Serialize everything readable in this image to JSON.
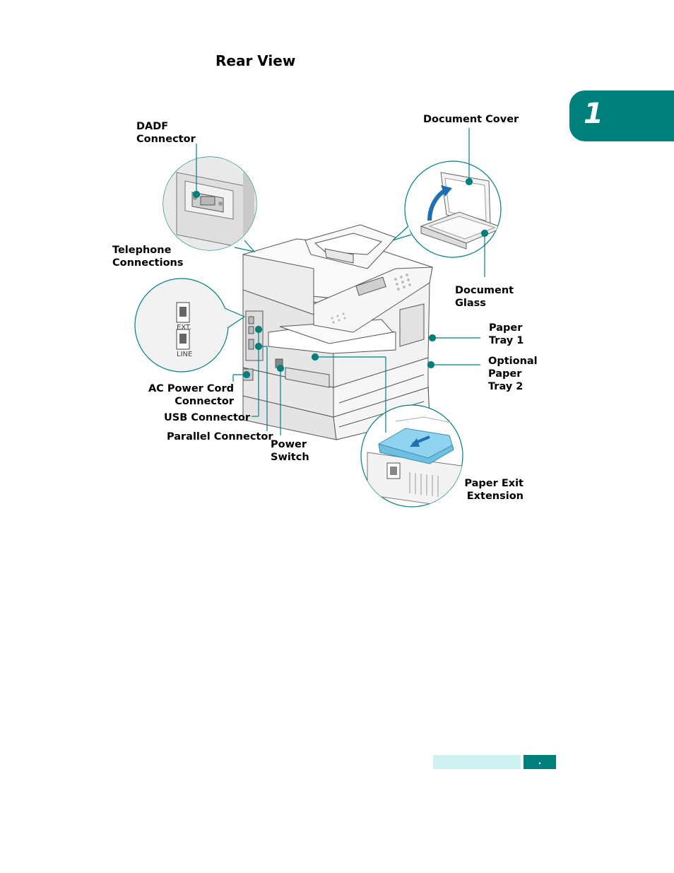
{
  "section_title": "Rear View",
  "chapter_number": "1",
  "labels": {
    "dadf_connector": [
      "DADF",
      "Connector"
    ],
    "telephone_connections": [
      "Telephone",
      "Connections"
    ],
    "ac_power_cord_connector": [
      "AC Power Cord",
      "Connector"
    ],
    "usb_connector": "USB Connector",
    "parallel_connector": "Parallel Connector",
    "power_switch": [
      "Power",
      "Switch"
    ],
    "document_cover": "Document Cover",
    "document_glass": [
      "Document",
      "Glass"
    ],
    "paper_tray_1": [
      "Paper",
      "Tray 1"
    ],
    "optional_paper_tray_2": [
      "Optional",
      "Paper",
      "Tray 2"
    ],
    "paper_exit_extension": [
      "Paper Exit",
      "Extension"
    ]
  },
  "jack_labels": {
    "ext": "EXT.",
    "line": "LINE"
  },
  "footer": {
    "page_marker": "."
  },
  "colors": {
    "accent": "#00807d",
    "footer_light": "#cff1f0",
    "highlight_blue": "#8fd3ef"
  }
}
